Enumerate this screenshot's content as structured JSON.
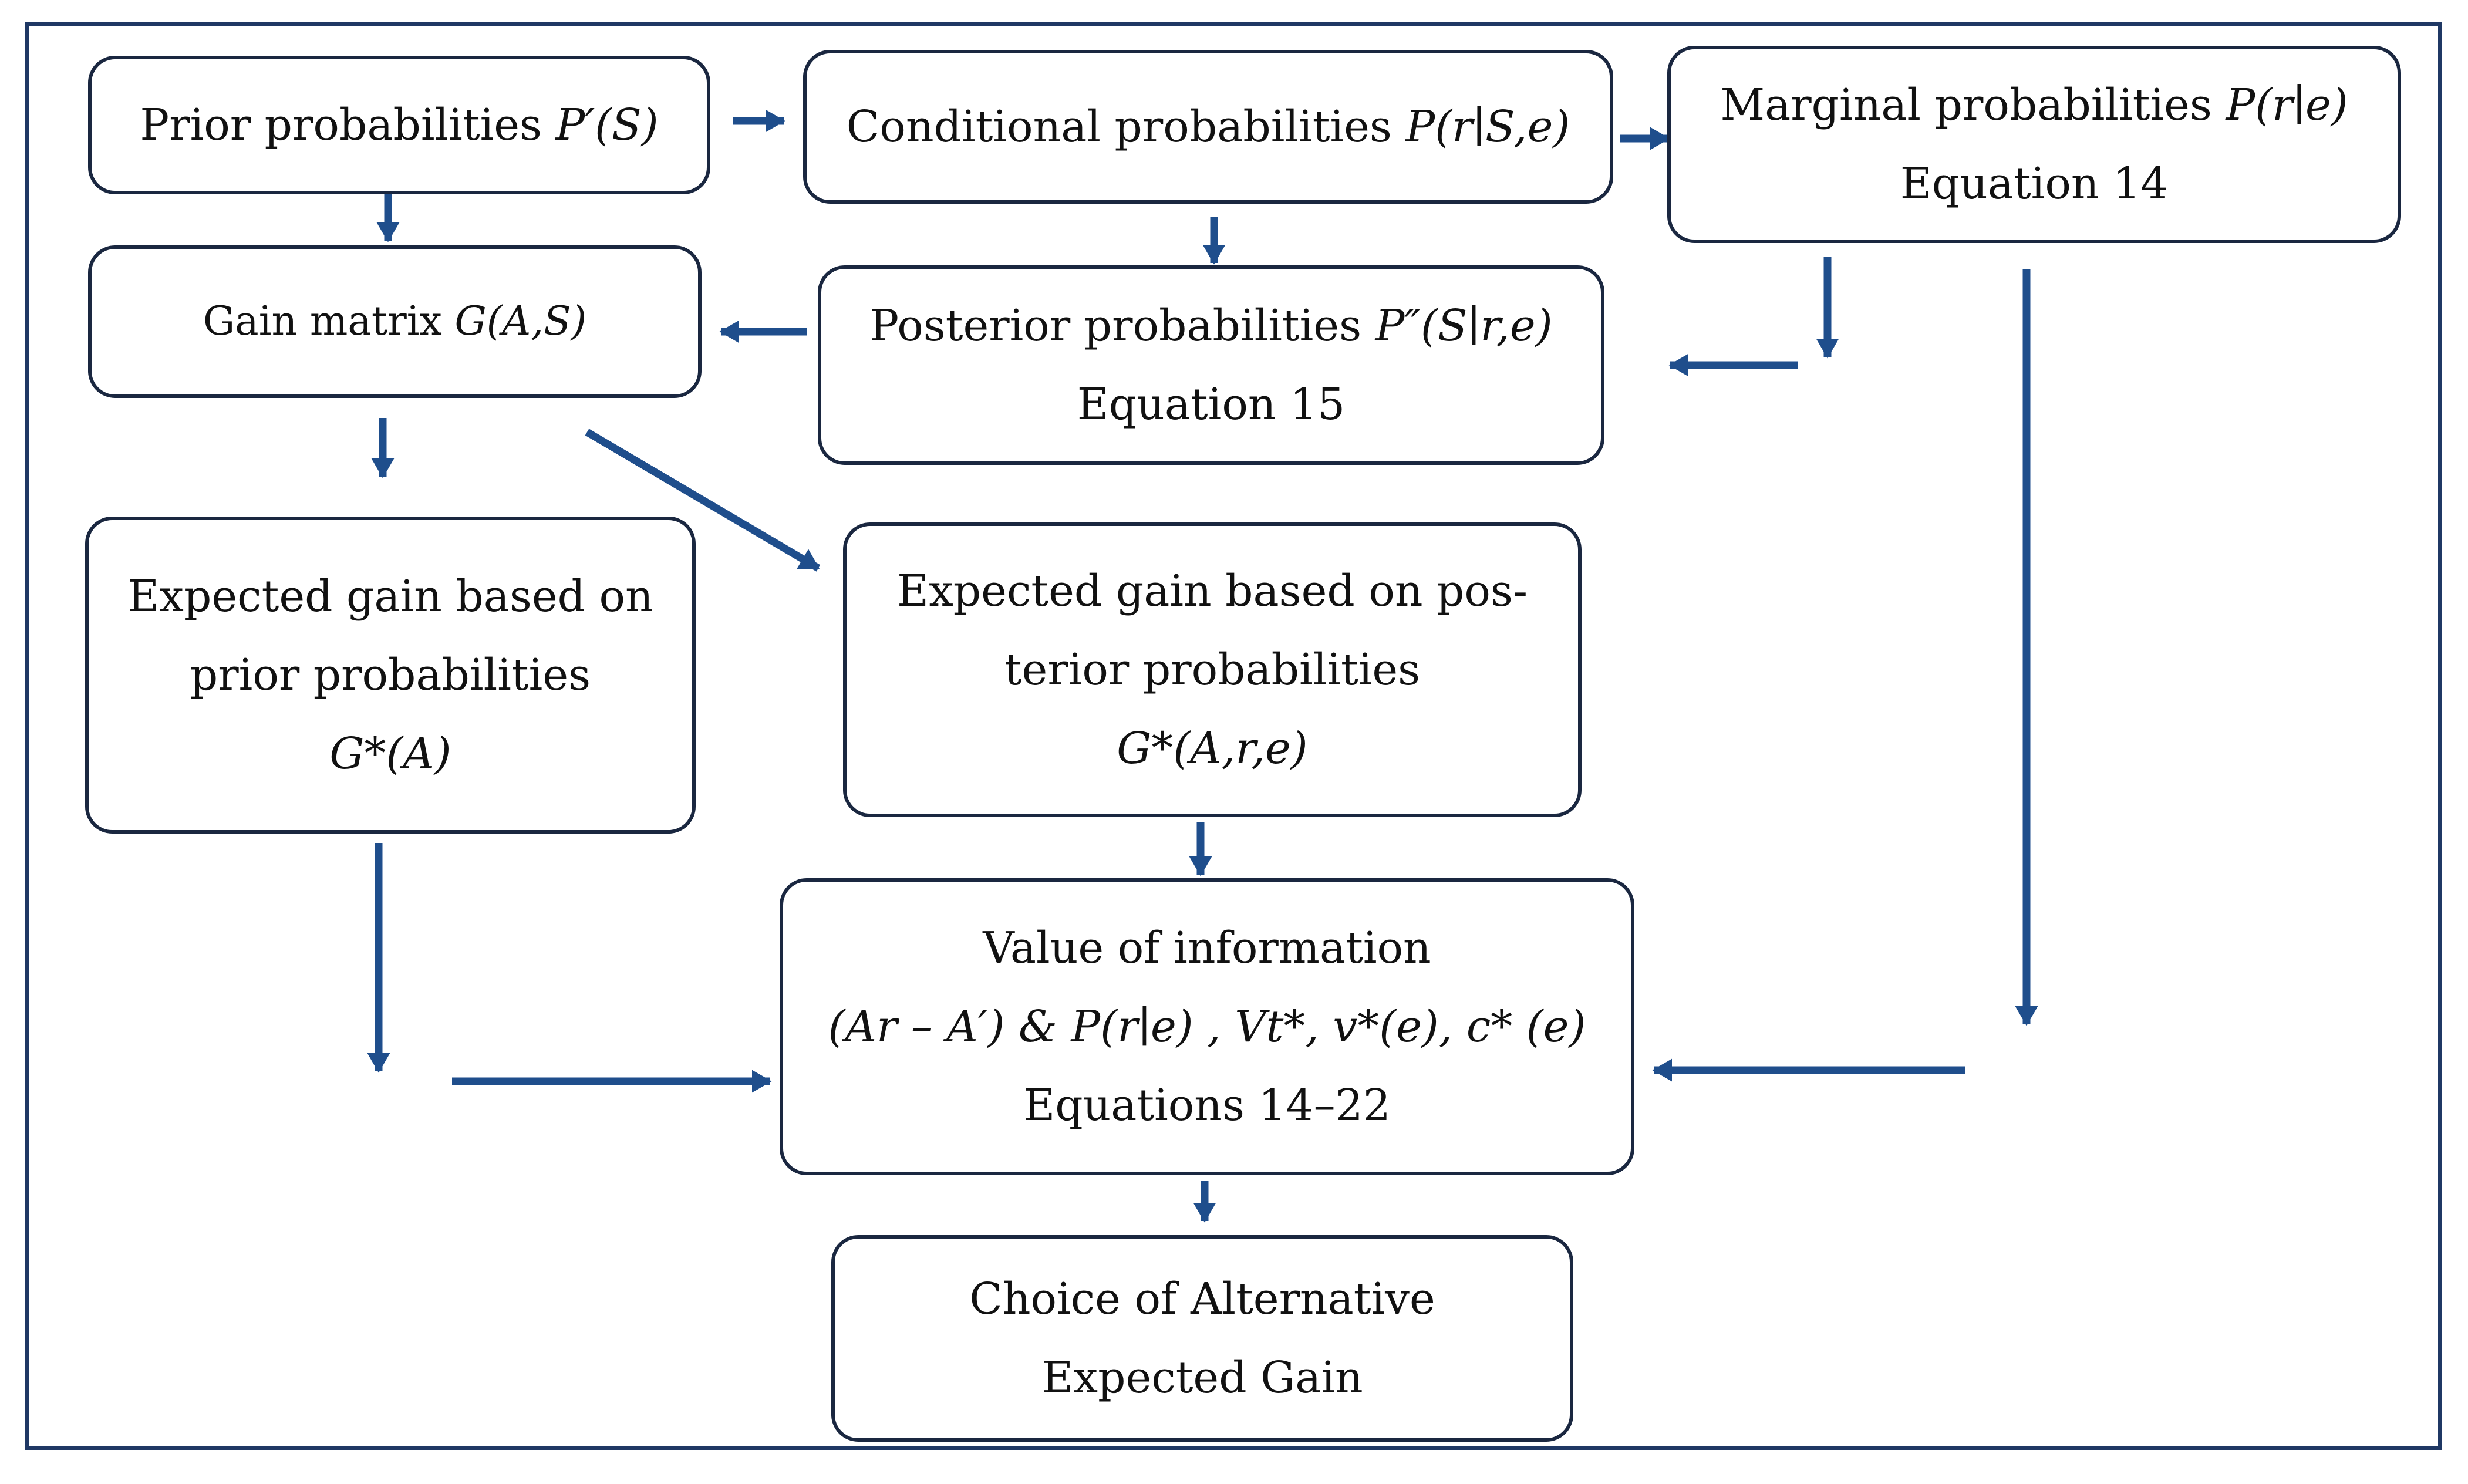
{
  "boxes": {
    "prior": {
      "text": "Prior probabilities ",
      "math": "P′(S)"
    },
    "conditional": {
      "text": "Conditional probabilities ",
      "math": "P(r∣S,e)"
    },
    "marginal": {
      "text": "Marginal probabilities ",
      "math": "P(r∣e)",
      "equation": "Equation 14"
    },
    "gain_matrix": {
      "text": "Gain matrix ",
      "math": "G(A,S)"
    },
    "posterior": {
      "text": "Posterior probabilities ",
      "math": "P″(S∣r,e)",
      "equation": "Equation 15"
    },
    "expected_gain_prior": {
      "line1": "Expected gain based on",
      "line2": "prior probabilities",
      "math": "G*(A)"
    },
    "expected_gain_posterior": {
      "line1": "Expected gain based on pos-",
      "line2": "terior probabilities",
      "math": "G*(A,r,e)"
    },
    "value_of_information": {
      "title": "Value of information",
      "math": "(Ar – A′) & P(r∣e) , Vt*, v*(e), c* (e)",
      "equation": "Equations 14–22"
    },
    "choice": {
      "line1": "Choice of Alternative",
      "line2": "Expected Gain"
    }
  },
  "colors": {
    "arrow": "#1f4e8c",
    "frame": "#1f3864",
    "box_border": "#1a2740",
    "text": "#111111"
  }
}
